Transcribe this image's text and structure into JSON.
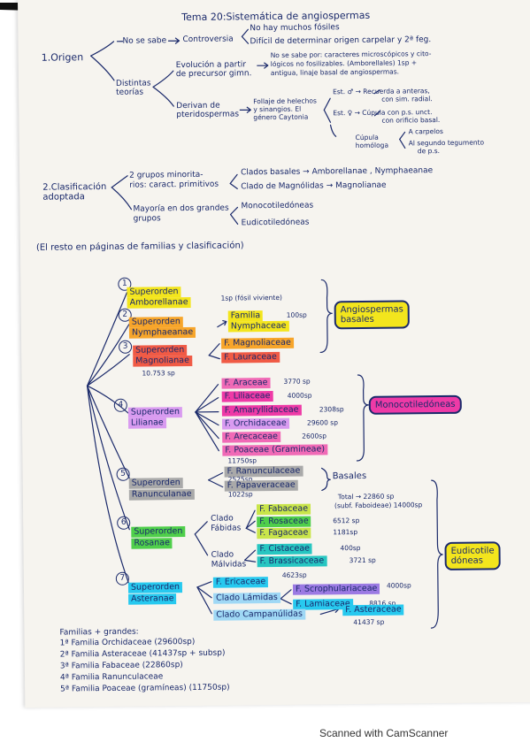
{
  "title": "Tema 20:Sistemática de angiospermas",
  "origin": {
    "label": "1.Origen",
    "no_se_sabe": "No se sabe",
    "controversia": "Controversia",
    "reason1": "No hay muchos fósiles",
    "reason2": "Difícil de determinar origen carpelar y 2ª feg.",
    "distintas": "Distintas",
    "teorias": "teorías",
    "evo1": "Evolución a partir",
    "evo2": "de precursor gimn.",
    "nosabe1": "No se sabe por: caracteres microscópicos y cito-",
    "nosabe2": "lógicos no fosilizables. (Amborellales) 1sp +",
    "nosabe3": "antigua, linaje basal de angiospermas.",
    "derivan1": "Derivan de",
    "derivan2": "pteridospermas",
    "foll1": "Follaje de helechos",
    "foll2": "y sinangios. El",
    "foll3": "género Caytonia",
    "estm1": "Est. ♂ → Recuerda a anteras,",
    "estm2": "con sim. radial.",
    "estf1": "Est. ♀ → Cúpula con p.s. unct.",
    "estf2": "con orificio basal.",
    "cupula1": "Cúpula",
    "cupula2": "homóloga",
    "carpelos": "A carpelos",
    "tegumento1": "Al segundo tegumento",
    "tegumento2": "de p.s."
  },
  "clasificacion": {
    "label1": "2.Clasificación",
    "label2": "adoptada",
    "grupos1": "2 grupos minorita-",
    "grupos2": "rios: caract. primitivos",
    "basales": "Clados basales → Amborellanae , Nymphaeanae",
    "magnoliidas": "Clado de Magnólidas → Magnolianae",
    "mayoria1": "Mayoría en dos grandes",
    "mayoria2": "grupos",
    "mono": "Monocotiledóneas",
    "eudi": "Eudicotiledóneas"
  },
  "resto": "(El resto en páginas de familias y clasificación)",
  "tree": {
    "n1": "1",
    "n2": "2",
    "n3": "3",
    "n4": "4",
    "n5": "5",
    "n6": "6",
    "n7": "7",
    "sup_ambo1": "Superorden",
    "sup_ambo2": "Amborellanae",
    "ambo_note": "1sp (fósil viviente)",
    "sup_nymph1": "Superorden",
    "sup_nymph2": "Nymphaeanae",
    "nymph_fam1": "Familia",
    "nymph_fam2": "Nymphaceae",
    "nymph_sp": "100sp",
    "sup_mag1": "Superorden",
    "sup_mag2": "Magnolianae",
    "mag_sp": "10.753 sp",
    "mag_f1": "F. Magnoliaceae",
    "mag_f2": "F. Lauraceae",
    "angio_basal1": "Angiospermas",
    "angio_basal2": "basales",
    "sup_lil1": "Superorden",
    "sup_lil2": "Lilianae",
    "lil_f1": "F. Araceae",
    "lil_sp1": "3770 sp",
    "lil_f2": "F. Liliaceae",
    "lil_sp2": "4000sp",
    "lil_f3": "F. Amaryllidaceae",
    "lil_sp3": "2308sp",
    "lil_f4": "F. Orchidaceae",
    "lil_sp4": "29600 sp",
    "lil_f5": "F. Arecaceae",
    "lil_sp5": "2600sp",
    "lil_f6": "F. Poaceae (Gramineae)",
    "lil_sp6": "11750sp",
    "mono_box": "Monocotiledóneas",
    "sup_ran1": "Superorden",
    "sup_ran2": "Ranunculanae",
    "ran_f1": "F. Ranunculaceae",
    "ran_sp1": "2525sp",
    "ran_f2": "F. Papaveraceae",
    "ran_sp2": "1022sp",
    "basales_word": "Basales",
    "sup_ros1": "Superorden",
    "sup_ros2": "Rosanae",
    "fab1": "Clado",
    "fab2": "Fábidas",
    "fab_f1": "F. Fabaceae",
    "fab_total1": "Total → 22860 sp",
    "fab_total2": "(subf. Faboideae) 14000sp",
    "fab_f2": "F. Rosaceae",
    "fab_sp2": "6512 sp",
    "fab_f3": "F. Fagaceae",
    "fab_sp3": "1181sp",
    "mal1": "Clado",
    "mal2": "Málvidas",
    "mal_f1": "F. Cistaceae",
    "mal_sp1": "400sp",
    "mal_f2": "F. Brassicaceae",
    "mal_sp2": "3721 sp",
    "eudi_box1": "Eudicotile",
    "eudi_box2": "dóneas",
    "sup_ast1": "Superorden",
    "sup_ast2": "Asteranae",
    "ast_f1": "F. Ericaceae",
    "ast_sp1": "4623sp",
    "lam_clado": "Clado Lámidas",
    "lam_f1": "F. Scrophulariaceae",
    "lam_sp1": "4000sp",
    "lam_f2": "F. Lamiaceae",
    "lam_sp2": "8816 sp",
    "camp_clado": "Clado Campanúlidas",
    "camp_f1": "F. Asteraceae",
    "camp_sp1": "41437 sp"
  },
  "familias": {
    "heading": "Familias + grandes:",
    "l1": "1ª Familia Orchidaceae (29600sp)",
    "l2": "2ª Familia Asteraceae (41437sp + subsp)",
    "l3": "3ª Familia Fabaceae (22860sp)",
    "l4": "4ª Familia Ranunculaceae",
    "l5": "5ª Familia Poaceae (gramíneas) (11750sp)"
  },
  "footer": "Scanned with CamScanner",
  "colors": {
    "ink": "#1b2a6b",
    "yellow": "#f3e51d",
    "orange": "#f7a52a",
    "pink": "#f06ab6",
    "magenta": "#ee3aa6",
    "gray": "#a9a9a9",
    "lime": "#c9e54a",
    "green": "#4fcf4b",
    "teal": "#27c6c1",
    "cyan": "#27c9ef",
    "violet": "#d99bf0",
    "purple": "#9b7ae3",
    "red": "#f05a45"
  }
}
